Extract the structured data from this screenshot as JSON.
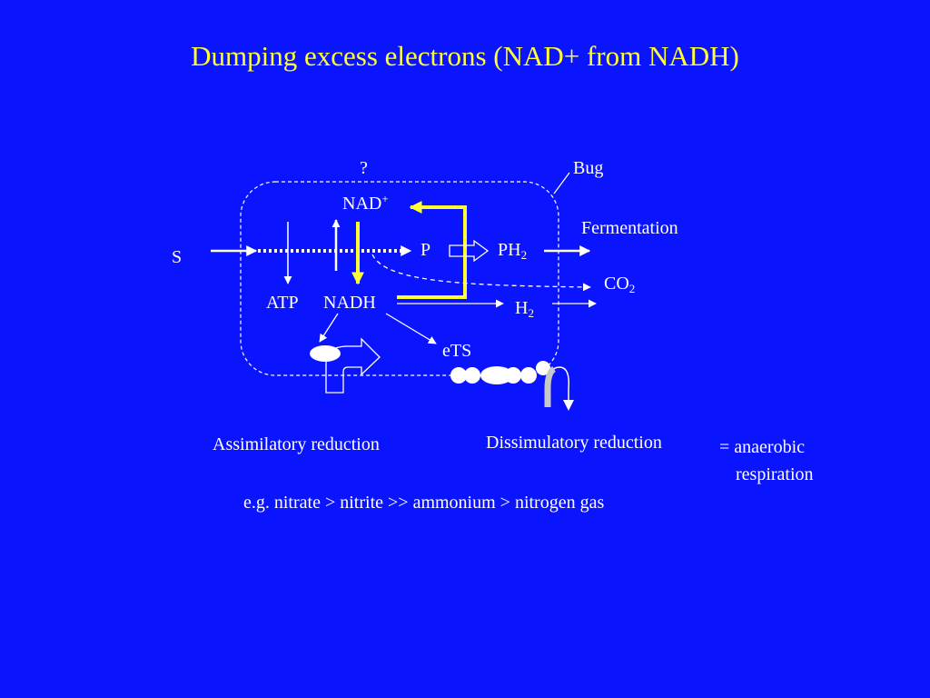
{
  "title": "Dumping excess electrons (NAD+ from NADH)",
  "colors": {
    "background": "#0a14ff",
    "title": "#ffff33",
    "highlight_arrow": "#ffff33",
    "text": "#ffffff"
  },
  "diagram": {
    "question": "?",
    "bug": "Bug",
    "nad": "NAD",
    "nad_sup": "+",
    "fermentation": "Fermentation",
    "s": "S",
    "p": "P",
    "ph2": "PH",
    "ph2_sub": "2",
    "co2": "CO",
    "co2_sub": "2",
    "atp": "ATP",
    "nadh": "NADH",
    "h2": "H",
    "h2_sub": "2",
    "ets": "eTS"
  },
  "captions": {
    "assimilatory": "Assimilatory reduction",
    "dissimulatory": "Dissimulatory reduction",
    "anaerobic_1": "= anaerobic",
    "anaerobic_2": "respiration",
    "example": "e.g. nitrate > nitrite >> ammonium > nitrogen gas"
  }
}
